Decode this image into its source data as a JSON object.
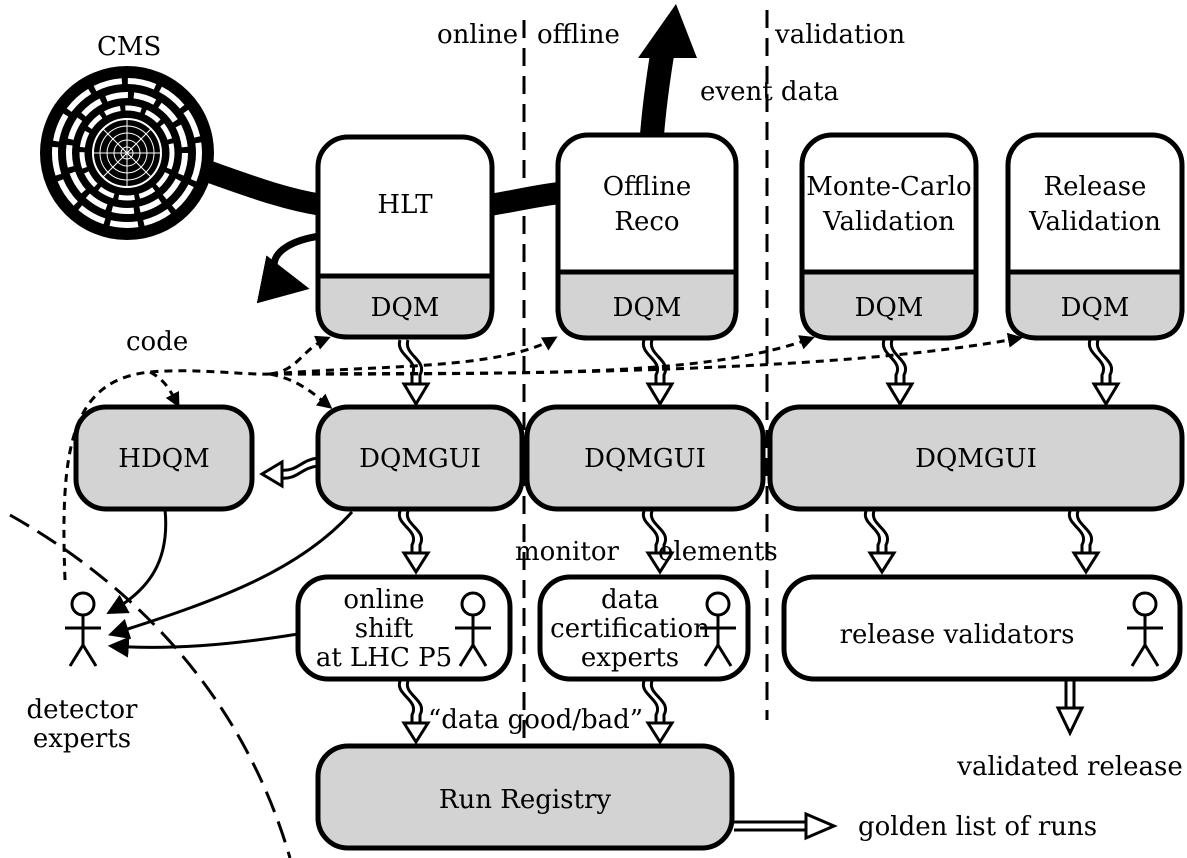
{
  "labels": {
    "cms": "CMS",
    "online": "online",
    "offline": "offline",
    "validation": "validation",
    "event_data": "event data",
    "hlt": "HLT",
    "offline_reco_1": "Offline",
    "offline_reco_2": "Reco",
    "mc_validation_1": "Monte-Carlo",
    "mc_validation_2": "Validation",
    "release_validation_1": "Release",
    "release_validation_2": "Validation",
    "dqm": "DQM",
    "code": "code",
    "hdqm": "HDQM",
    "dqmgui": "DQMGUI",
    "monitor": "monitor",
    "elements": "elements",
    "online_shift_1": "online",
    "online_shift_2": "shift",
    "online_shift_3": "at LHC P5",
    "data_cert_1": "data",
    "data_cert_2": "certification",
    "data_cert_3": "experts",
    "release_validators": "release validators",
    "detector_experts_1": "detector",
    "detector_experts_2": "experts",
    "data_good_bad": "“data good/bad”",
    "run_registry": "Run Registry",
    "validated_release": "validated release",
    "golden_list": "golden list of runs"
  },
  "icons": [
    "cms-detector-icon",
    "person-icon"
  ]
}
